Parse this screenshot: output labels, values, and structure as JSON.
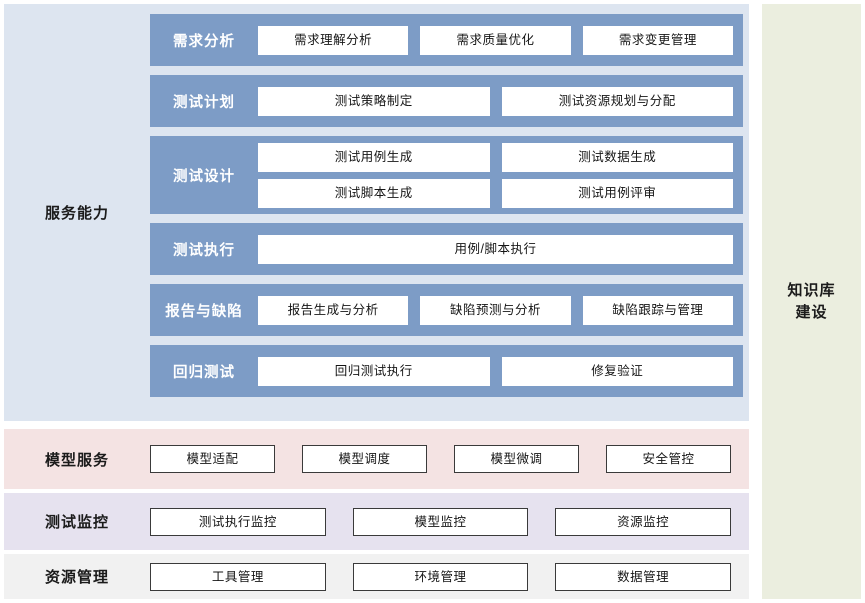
{
  "bands": {
    "service": {
      "label": "服务能力",
      "bg": "#dde5f0",
      "phases": [
        {
          "label": "需求分析",
          "lines": [
            [
              "需求理解分析",
              "需求质量优化",
              "需求变更管理"
            ]
          ]
        },
        {
          "label": "测试计划",
          "lines": [
            [
              "测试策略制定",
              "测试资源规划与分配"
            ]
          ]
        },
        {
          "label": "测试设计",
          "lines": [
            [
              "测试用例生成",
              "测试数据生成"
            ],
            [
              "测试脚本生成",
              "测试用例评审"
            ]
          ]
        },
        {
          "label": "测试执行",
          "lines": [
            [
              "用例/脚本执行"
            ]
          ]
        },
        {
          "label": "报告与缺陷",
          "lines": [
            [
              "报告生成与分析",
              "缺陷预测与分析",
              "缺陷跟踪与管理"
            ]
          ]
        },
        {
          "label": "回归测试",
          "lines": [
            [
              "回归测试执行",
              "修复验证"
            ]
          ]
        }
      ]
    },
    "model": {
      "label": "模型服务",
      "bg": "#f4e3e3",
      "items": [
        "模型适配",
        "模型调度",
        "模型微调",
        "安全管控"
      ]
    },
    "monitor": {
      "label": "测试监控",
      "bg": "#e6e2ef",
      "items": [
        "测试执行监控",
        "模型监控",
        "资源监控"
      ]
    },
    "resource": {
      "label": "资源管理",
      "bg": "#f1f1f1",
      "items": [
        "工具管理",
        "环境管理",
        "数据管理"
      ]
    }
  },
  "knowledge": {
    "label_line1": "知识库",
    "label_line2": "建设",
    "bg": "#ebeedf"
  },
  "colors": {
    "phase_block": "#7d9cc6",
    "chip_bg": "#ffffff",
    "outline": "#3a3a3a",
    "text": "#151515"
  }
}
